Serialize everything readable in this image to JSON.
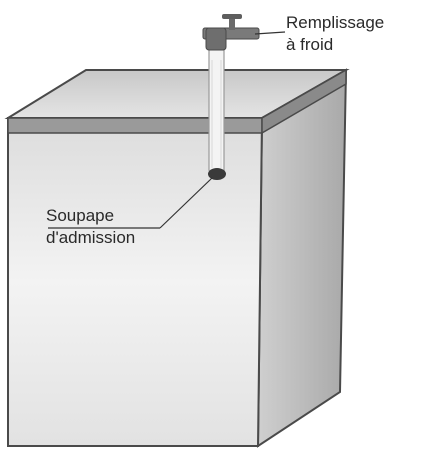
{
  "labels": {
    "fill_line1": "Remplissage",
    "fill_line2": "à froid",
    "valve_line1": "Soupape",
    "valve_line2": "d'admission"
  },
  "colors": {
    "outline": "#4a4a4a",
    "front_face": "#e6e6e6",
    "side_face": "#bdbdbd",
    "top_face": "#d2d2d2",
    "lid_band": "#8f8f8f",
    "water_stream": "#f2f2f2",
    "tap": "#7a7a7a"
  }
}
